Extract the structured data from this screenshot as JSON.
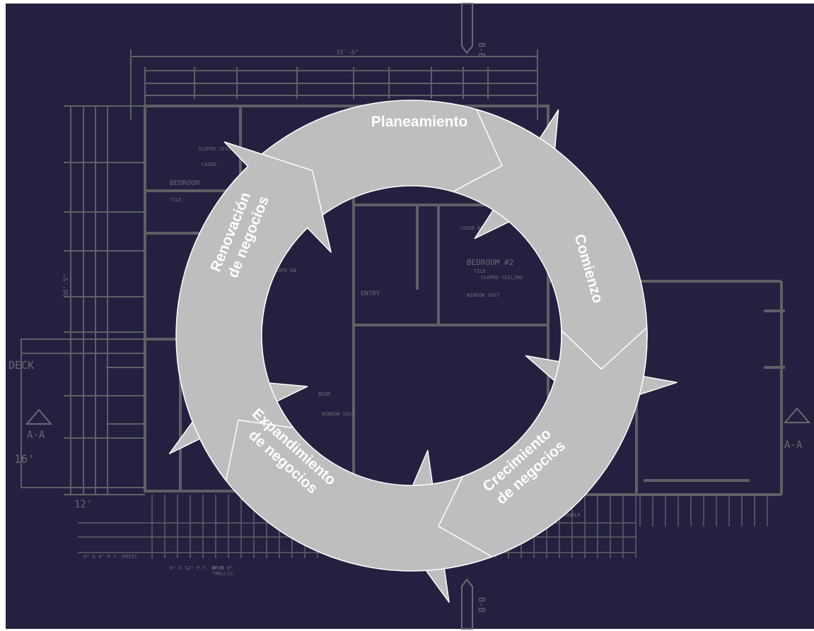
{
  "colors": {
    "background": "#23213f",
    "blueprint_lines": "#5f5f66",
    "arrow_fill": "#bebebe",
    "arrow_outline": "#ffffff",
    "label_text": "#ffffff"
  },
  "cycle": {
    "stages": [
      {
        "id": "planeamiento",
        "lines": [
          "Planeamiento"
        ]
      },
      {
        "id": "comienzo",
        "lines": [
          "Comienzo"
        ]
      },
      {
        "id": "crecimiento",
        "lines": [
          "Crecimiento",
          "de negocios"
        ]
      },
      {
        "id": "expandimiento",
        "lines": [
          "Expandimiento",
          "de negocios"
        ]
      },
      {
        "id": "renovacion",
        "lines": [
          "Renovación",
          "de negocios"
        ]
      }
    ]
  },
  "blueprint": {
    "labels": {
      "deck": "DECK",
      "section_left": "A-A",
      "section_right": "A-A",
      "section_top": "B-B",
      "section_bottom": "B-B",
      "dim_16": "16'",
      "dim_12": "12'",
      "overall_width": "35'-6\"",
      "overall_height": "36'-5\"",
      "bedroom_1": "BEDROOM",
      "bedroom_2": "BEDROOM #2",
      "entry": "ENTRY",
      "sloped_ceiling_1": "SLOPED CEILING",
      "sloped_ceiling_2": "SLOPED CEILING",
      "tile_1": "TILE",
      "tile_2": "TILE",
      "cased_beam_1": "CASED",
      "cased_beam_2": "CASED BEAM",
      "window_seat_1": "WINDOW SEAT",
      "window_seat_2": "WINDOW SEAT",
      "beam": "BEAM",
      "slope_dn": "SLOPE DN",
      "trellis": "TRELLIS",
      "posts": "6\" X 6\" P.T. POSTS",
      "beam_4x12": "6\" X 12\" P.T. BEAM",
      "beam_4x8": "4\" X 8\"",
      "aggregate": "AGGREGATE SIDEWALK"
    }
  }
}
